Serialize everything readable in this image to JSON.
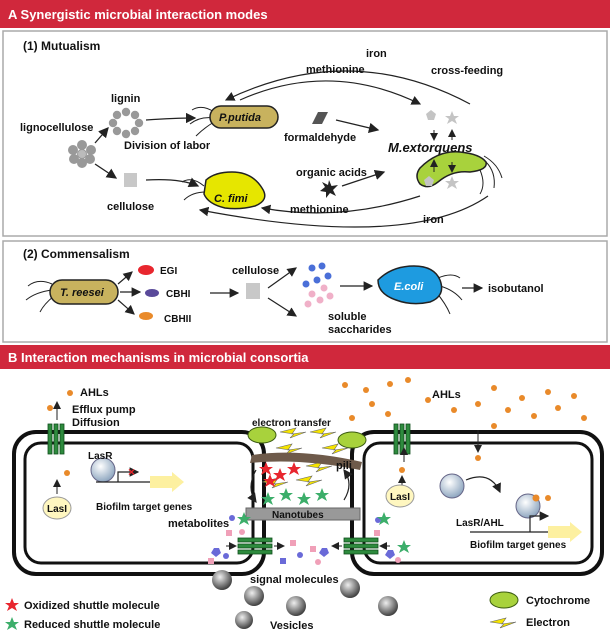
{
  "panel_a": {
    "header": "A Synergistic microbial interaction modes",
    "mutualism": {
      "heading": "(1) Mutualism",
      "lignocellulose": "lignocellulose",
      "lignin": "lignin",
      "cellulose": "cellulose",
      "division_of_labor": "Division of labor",
      "pputida": "P.putida",
      "cfimi": "C. fimi",
      "formaldehyde": "formaldehyde",
      "organic_acids": "organic acids",
      "mextorquens": "M.extorquens",
      "iron_top": "iron",
      "methionine_top": "methionine",
      "cross_feeding": "cross-feeding",
      "methionine_bottom": "methionine",
      "iron_bottom": "iron"
    },
    "commensalism": {
      "heading": "(2) Commensalism",
      "treesei": "T. reesei",
      "egi": "EGI",
      "cbhi": "CBHI",
      "cbhii": "CBHII",
      "cellulose": "cellulose",
      "soluble": "soluble",
      "saccharides": "saccharides",
      "ecoli": "E.coli",
      "isobutanol": "isobutanol"
    }
  },
  "panel_b": {
    "header": "B Interaction mechanisms in microbial consortia",
    "ahls_left": "AHLs",
    "efflux_pump": "Efflux pump",
    "diffusion": "Diffusion",
    "electron_transfer": "electron transfer",
    "ahls_right": "AHLs",
    "lasr": "LasR",
    "biofilm_left": "Biofilm target genes",
    "lasi_left": "LasI",
    "pili": "pili",
    "nanotubes": "Nanotubes",
    "metabolites": "metabolites",
    "lasi_right": "LasI",
    "lasr_ahl": "LasR/AHL",
    "biofilm_right": "Biofilm target genes",
    "signal_molecules": "signal molecules",
    "vesicles": "Vesicles",
    "legend": {
      "oxidized": "Oxidized shuttle molecule",
      "reduced": "Reduced shuttle molecule",
      "cytochrome": "Cytochrome",
      "electron": "Electron"
    }
  },
  "colors": {
    "header_red": "#d0283c",
    "bacteria_khaki": "#c8b25e",
    "bacteria_yellow": "#e6e600",
    "bacteria_green": "#a8d23c",
    "ecoli_blue": "#1e9be0",
    "channel_green": "#2e8b3e",
    "ahl_orange": "#e98a2a",
    "oxidized_red": "#e8262e",
    "reduced_green": "#3cae6a"
  }
}
